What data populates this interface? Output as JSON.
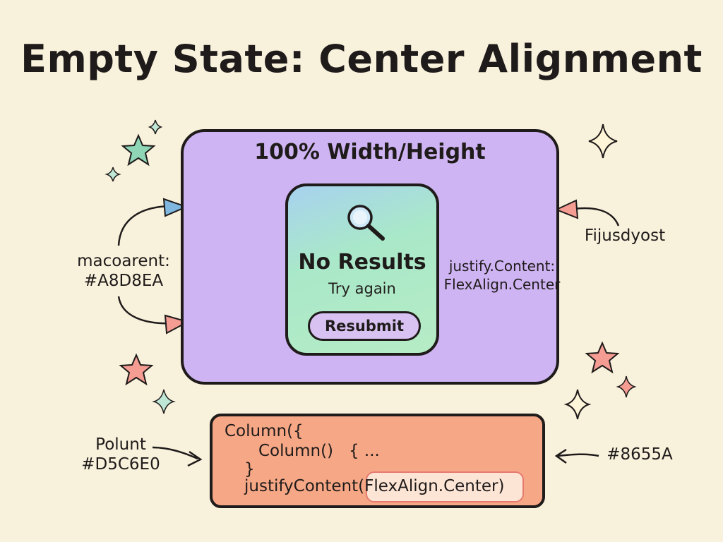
{
  "title": "Empty State: Center Alignment",
  "outer_label": "100% Width/Height",
  "empty_state": {
    "heading": "No Results",
    "subheading": "Try again",
    "button_label": "Resubmit"
  },
  "left_note": [
    "macoarent:",
    "#A8D8EA"
  ],
  "right_note": [
    "justify.Content:",
    "FlexAlign.Center"
  ],
  "far_right_note": "Fijusdyost",
  "code": {
    "line1": "Column({",
    "line2": "Column()   { ...",
    "line3": "}",
    "line4": "justifyContent(FlexAlign.Center)"
  },
  "bottom_left_note": [
    "Polunt",
    "#D5C6E0"
  ],
  "bottom_right_note": "#8655A",
  "colors": {
    "background": "#f8f1dc",
    "outer_fill": "#cfb4f3",
    "card_fill": "#a9e8c9",
    "code_fill": "#f6a786",
    "button_fill": "#d8c2f2",
    "outline": "#1f1b1a"
  },
  "icons": [
    "search-icon",
    "star-icon",
    "sparkle-icon",
    "arrow-icon"
  ]
}
